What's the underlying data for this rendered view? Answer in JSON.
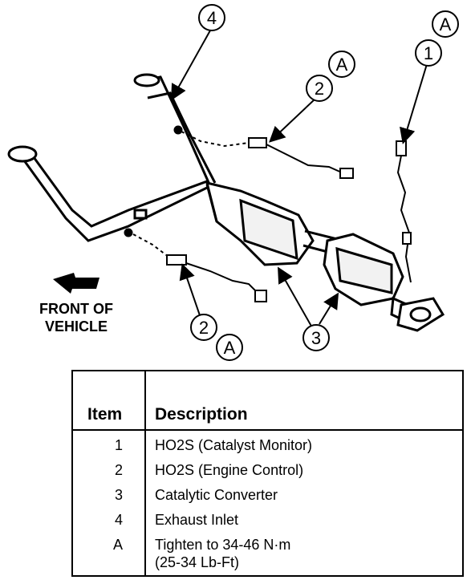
{
  "callouts": {
    "c1": "1",
    "c2a": "2",
    "c2b": "2",
    "c3": "3",
    "c4": "4",
    "a1": "A",
    "a2": "A",
    "a3": "A"
  },
  "front_label_line1": "FRONT OF",
  "front_label_line2": "VEHICLE",
  "legend": {
    "header_item": "Item",
    "header_description": "Description",
    "rows": [
      {
        "item": "1",
        "description": "HO2S (Catalyst Monitor)"
      },
      {
        "item": "2",
        "description": "HO2S (Engine Control)"
      },
      {
        "item": "3",
        "description": "Catalytic Converter"
      },
      {
        "item": "4",
        "description": "Exhaust Inlet"
      },
      {
        "item": "A",
        "description": "Tighten to 34-46 N·m",
        "description2": "(25-34 Lb-Ft)"
      }
    ]
  }
}
